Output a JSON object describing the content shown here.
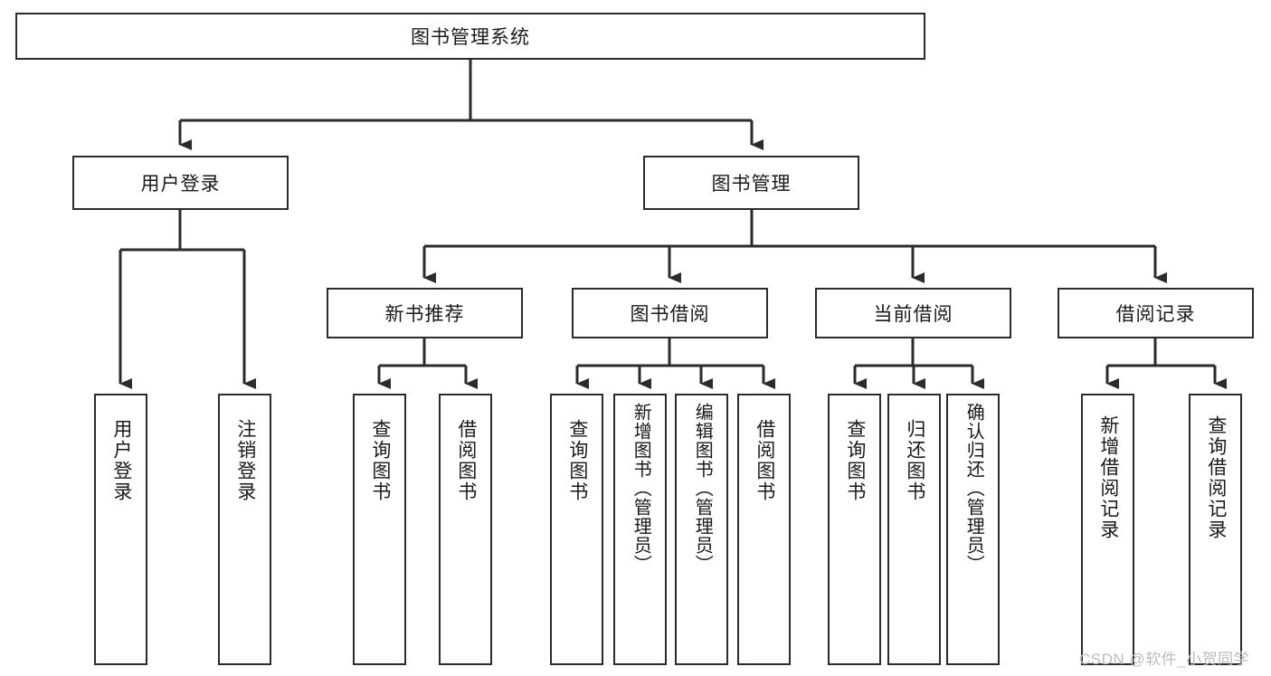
{
  "diagram": {
    "type": "tree-hierarchy-chart",
    "title": "图书管理系统",
    "edge_color": "#2b2b2b",
    "box_border_color": "#2b2b2b",
    "box_fill_color": "#ffffff",
    "background_color": "#ffffff",
    "root": {
      "label": "图书管理系统"
    },
    "level1": [
      {
        "label": "用户登录"
      },
      {
        "label": "图书管理"
      }
    ],
    "level2": [
      {
        "label": "新书推荐",
        "parent": "图书管理"
      },
      {
        "label": "图书借阅",
        "parent": "图书管理"
      },
      {
        "label": "当前借阅",
        "parent": "图书管理"
      },
      {
        "label": "借阅记录",
        "parent": "图书管理"
      }
    ],
    "leaves": [
      {
        "label": "用户登录",
        "parent": "用户登录"
      },
      {
        "label": "注销登录",
        "parent": "用户登录"
      },
      {
        "label": "查询图书",
        "parent": "新书推荐"
      },
      {
        "label": "借阅图书",
        "parent": "新书推荐"
      },
      {
        "label": "查询图书",
        "parent": "图书借阅"
      },
      {
        "label": "新增图书（管理员）",
        "parent": "图书借阅"
      },
      {
        "label": "编辑图书（管理员）",
        "parent": "图书借阅"
      },
      {
        "label": "借阅图书",
        "parent": "图书借阅"
      },
      {
        "label": "查询图书",
        "parent": "当前借阅"
      },
      {
        "label": "归还图书",
        "parent": "当前借阅"
      },
      {
        "label": "确认归还（管理员）",
        "parent": "当前借阅"
      },
      {
        "label": "新增借阅记录",
        "parent": "借阅记录"
      },
      {
        "label": "查询借阅记录",
        "parent": "借阅记录"
      }
    ]
  },
  "watermark": {
    "text": "CSDN @软件_小贺同学"
  }
}
